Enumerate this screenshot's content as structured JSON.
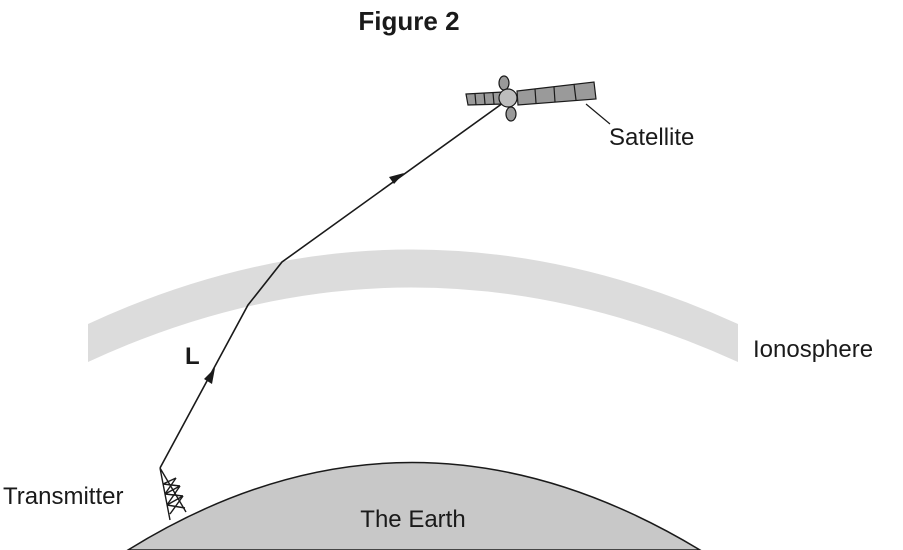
{
  "figure": {
    "title": "Figure 2",
    "labels": {
      "satellite": "Satellite",
      "ionosphere": "Ionosphere",
      "ray": "L",
      "transmitter": "Transmitter",
      "earth": "The Earth"
    }
  },
  "colors": {
    "ionosphere_fill": "#dcdcdc",
    "earth_fill": "#c8c8c8",
    "line": "#1a1a1a"
  },
  "icons": [
    "transmitter-tower-icon",
    "satellite-icon"
  ]
}
